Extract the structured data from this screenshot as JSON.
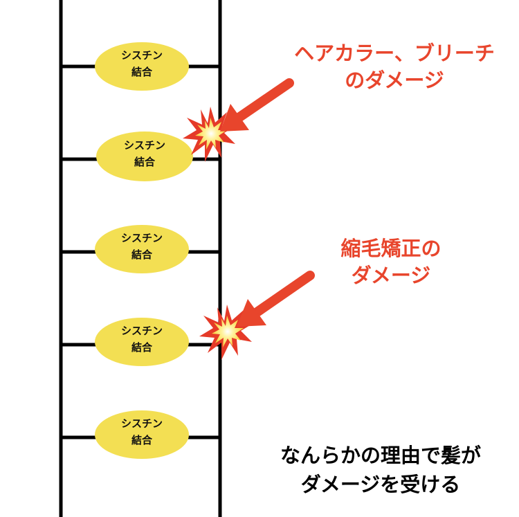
{
  "bond_label": "シスチン\n結合",
  "bonds": [
    "シスチン\n結合",
    "シスチン\n結合",
    "シスチン\n結合",
    "シスチン\n結合",
    "シスチン\n結合"
  ],
  "annotations": {
    "hair_color": {
      "line1": "ヘアカラー、ブリーチ",
      "line2": "のダメージ"
    },
    "straightening": {
      "line1": "縮毛矯正の",
      "line2": "ダメージ"
    },
    "reason": {
      "line1": "なんらかの理由で髪が",
      "line2": "ダメージを受ける"
    }
  },
  "colors": {
    "ladder": "#000000",
    "bond_fill": "#f3df53",
    "annotation_red": "#e8452c",
    "explosion_outer": "#e53a28",
    "explosion_inner": "#f7d23a",
    "caption": "#000000"
  },
  "icons": {
    "explosion": "explosion-icon",
    "arrow": "damage-arrow"
  }
}
